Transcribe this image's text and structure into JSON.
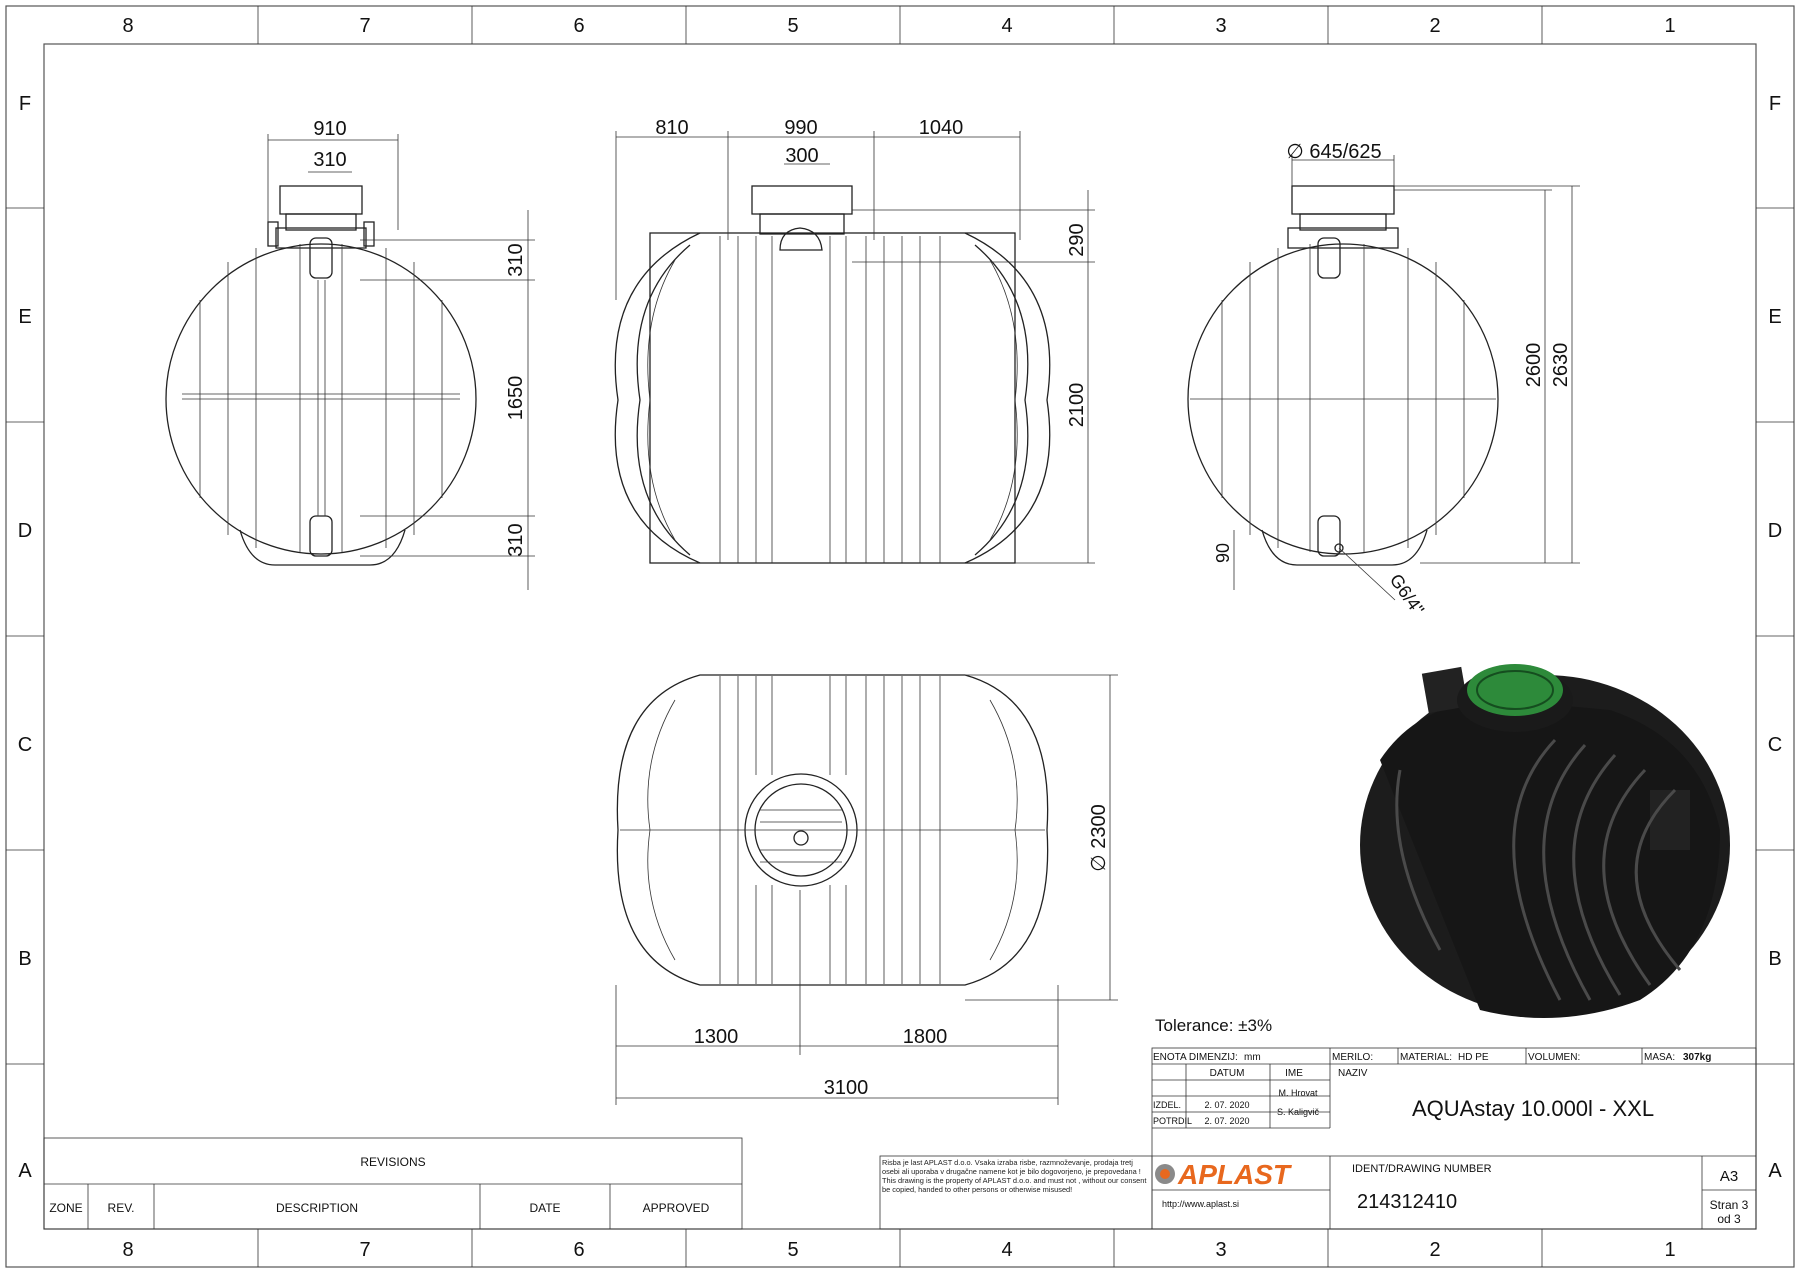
{
  "zones": {
    "columns": [
      "8",
      "7",
      "6",
      "5",
      "4",
      "3",
      "2",
      "1"
    ],
    "rows": [
      "F",
      "E",
      "D",
      "C",
      "B",
      "A"
    ]
  },
  "dimensions": {
    "left_view": {
      "width_total": "910",
      "width_neck": "310",
      "top_rib": "310",
      "middle": "1650",
      "bottom_rib": "310"
    },
    "front_view": {
      "left": "810",
      "middle": "990",
      "right": "1040",
      "neck": "300",
      "neck_height": "290",
      "height": "2100"
    },
    "right_view": {
      "diameter": "∅ 645/625",
      "height_a": "2600",
      "height_b": "2630",
      "foot": "90",
      "outlet": "G6/4\""
    },
    "top_view": {
      "diameter": "∅ 2300",
      "left": "1300",
      "right": "1800",
      "total": "3100"
    }
  },
  "tolerance": "Tolerance: ±3%",
  "title_block": {
    "enota_label": "ENOTA DIMENZIJ:",
    "enota_value": "mm",
    "merilo_label": "MERILO:",
    "material_label": "MATERIAL:",
    "material_value": "HD PE",
    "volumen_label": "VOLUMEN:",
    "masa_label": "MASA:",
    "masa_value": "307kg",
    "datum_label": "DATUM",
    "ime_label": "IME",
    "naziv_label": "NAZIV",
    "rows": [
      {
        "role": "IZDEL.",
        "date": "2. 07. 2020",
        "name": "M. Hrovat"
      },
      {
        "role": "POTRDIL",
        "date": "2. 07. 2020",
        "name": "S. Kaligvič"
      }
    ],
    "title": "AQUAstay 10.000l - XXL",
    "ident_label": "IDENT/DRAWING NUMBER",
    "ident_value": "214312410",
    "format": "A3",
    "page_line1": "Stran 3",
    "page_line2": "od 3",
    "logo": "APLAST",
    "website": "http://www.aplast.si",
    "legal_sl": "Risba je last APLAST d.o.o. Vsaka izraba risbe, razmnoževanje, prodaja tretj osebi ali uporaba v drugačne namene kot je bilo dogovorjeno, je prepovedana !",
    "legal_en": "This drawing is the property of APLAST d.o.o. and must not , without our consent be copied, handed to other persons or otherwise misused!"
  },
  "revisions": {
    "title": "REVISIONS",
    "headers": [
      "ZONE",
      "REV.",
      "DESCRIPTION",
      "DATE",
      "APPROVED"
    ]
  },
  "colors": {
    "line": "#222222",
    "render_body": "#1c1c1c",
    "lid": "#2d8a3a"
  }
}
